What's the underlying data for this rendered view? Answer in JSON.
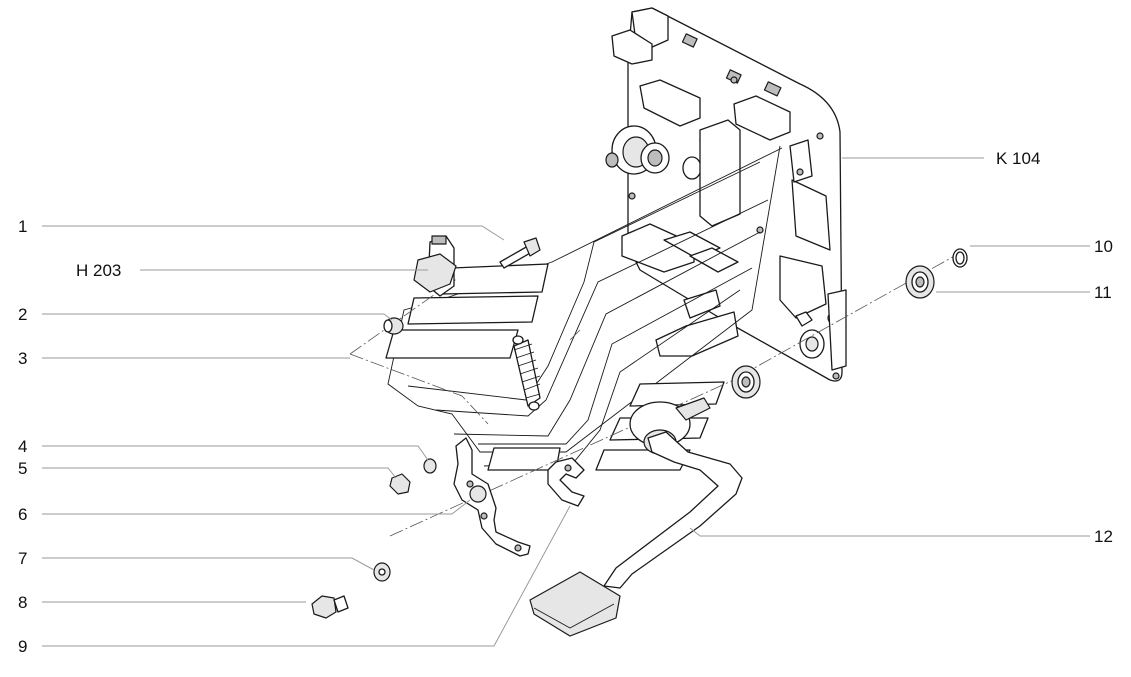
{
  "diagram": {
    "labels": {
      "l1": "1",
      "l2": "2",
      "l3": "3",
      "l4": "4",
      "l5": "5",
      "l6": "6",
      "l7": "7",
      "l8": "8",
      "l9": "9",
      "l10": "10",
      "l11": "11",
      "l12": "12",
      "h203": "H 203",
      "k104": "K 104"
    }
  }
}
